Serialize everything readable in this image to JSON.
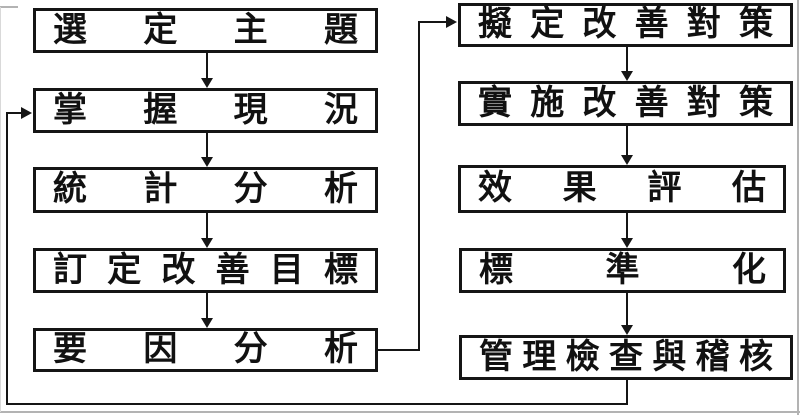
{
  "flowchart": {
    "left_column": [
      {
        "id": "select-theme",
        "label": "選定主題"
      },
      {
        "id": "grasp-current-status",
        "label": "掌握現況"
      },
      {
        "id": "statistical-analysis",
        "label": "統計分析"
      },
      {
        "id": "set-improvement-goal",
        "label": "訂定改善目標"
      },
      {
        "id": "cause-analysis",
        "label": "要因分析"
      }
    ],
    "right_column": [
      {
        "id": "draft-countermeasures",
        "label": "擬定改善對策"
      },
      {
        "id": "implement-countermeasures",
        "label": "實施改善對策"
      },
      {
        "id": "effect-evaluation",
        "label": "效果評估"
      },
      {
        "id": "standardization",
        "label": "標準化"
      },
      {
        "id": "management-check-audit",
        "label": "管理檢查與稽核"
      }
    ],
    "connections": [
      {
        "from": "選定主題",
        "to": "掌握現況",
        "type": "forward"
      },
      {
        "from": "掌握現況",
        "to": "統計分析",
        "type": "forward"
      },
      {
        "from": "統計分析",
        "to": "訂定改善目標",
        "type": "forward"
      },
      {
        "from": "訂定改善目標",
        "to": "要因分析",
        "type": "forward"
      },
      {
        "from": "要因分析",
        "to": "擬定改善對策",
        "type": "forward"
      },
      {
        "from": "擬定改善對策",
        "to": "實施改善對策",
        "type": "forward"
      },
      {
        "from": "實施改善對策",
        "to": "效果評估",
        "type": "forward"
      },
      {
        "from": "效果評估",
        "to": "標準化",
        "type": "forward"
      },
      {
        "from": "標準化",
        "to": "管理檢查與稽核",
        "type": "forward"
      },
      {
        "from": "管理檢查與稽核",
        "to": "掌握現況",
        "type": "feedback"
      }
    ],
    "colors": {
      "line": "#151515",
      "box_border": "#151515",
      "box_background": "#ffffff",
      "text": "#111111",
      "frame": "#b3b3b3"
    }
  }
}
